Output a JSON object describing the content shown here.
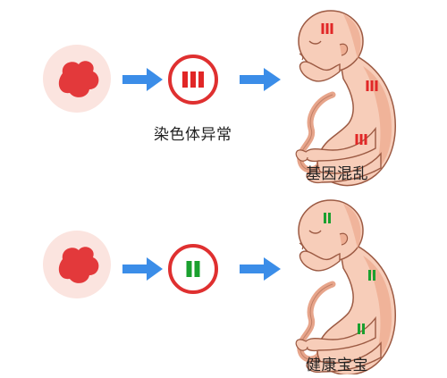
{
  "rows": [
    {
      "id": "abnormal",
      "chromosome_label": "染色体异常",
      "result_label": "基因混乱",
      "bar_count": 3,
      "bar_color": "#e12727"
    },
    {
      "id": "healthy",
      "chromosome_label": "",
      "result_label": "健康宝宝",
      "bar_count": 2,
      "bar_color": "#1aa02f"
    }
  ],
  "colors": {
    "cell_bg": "#fbe4df",
    "cell_blob": "#e3393b",
    "ring": "#df3030",
    "arrow": "#3b8de8",
    "fetus_fill": "#f7cdb9",
    "fetus_shade": "#eeae93",
    "fetus_outline": "#9c5a43"
  },
  "icons": [
    "cell-icon",
    "chromosome-icon",
    "arrow-right-icon",
    "fetus-icon"
  ]
}
